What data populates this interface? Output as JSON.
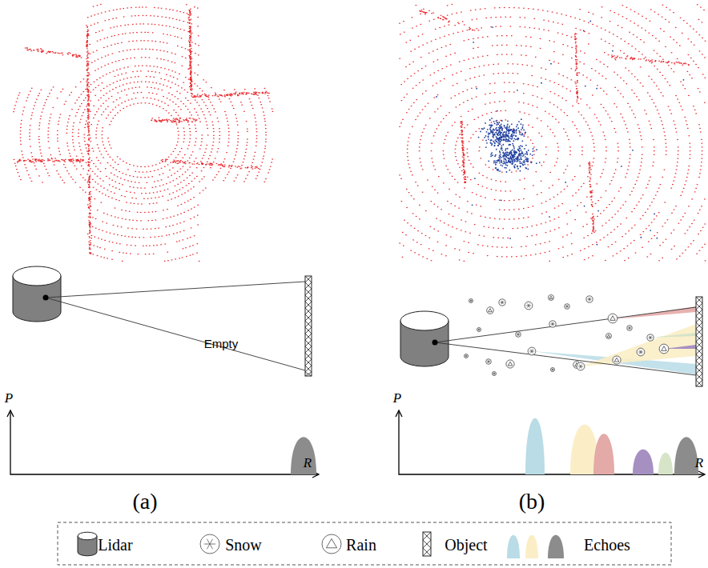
{
  "diagram": {
    "labels": [
      "Empty",
      "P",
      "R",
      "P",
      "R",
      "(a)",
      "(b)"
    ],
    "legend": [
      {
        "text": "Lidar"
      },
      {
        "text": "Snow"
      },
      {
        "text": "Rain"
      },
      {
        "text": "Object"
      },
      {
        "text": "Echoes"
      }
    ]
  }
}
